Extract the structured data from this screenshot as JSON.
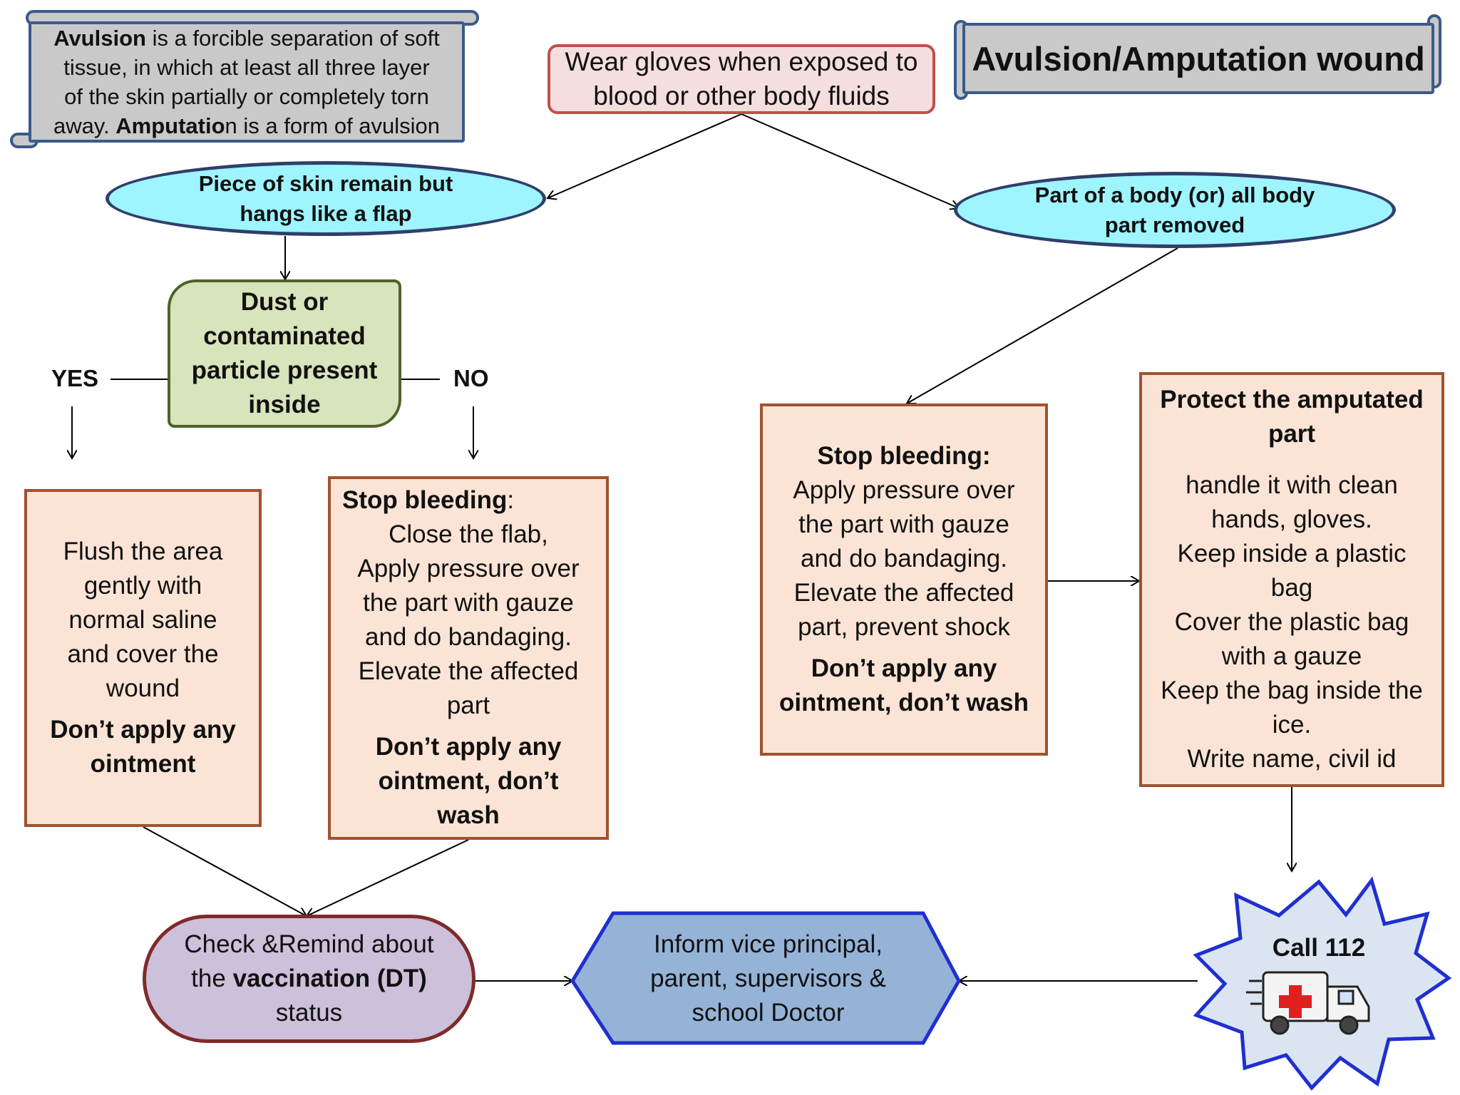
{
  "definition": {
    "avulsion_term": "Avulsion",
    "line1_rest": " is a forcible separation of soft",
    "line2": "tissue,  in which at least all three layer",
    "line3": "of the skin partially or completely torn",
    "line4_start": "away. ",
    "amputation_term": "Amputatio",
    "line4_end": "n is a form of avulsion"
  },
  "title": "Avulsion/Amputation wound",
  "gloves": {
    "line1": "Wear gloves when exposed to",
    "line2": "blood  or other body fluids"
  },
  "flap": {
    "line1": "Piece of skin remain but",
    "line2": "hangs like a flap"
  },
  "removed": {
    "line1": "Part of a body (or) all body",
    "line2": "part removed"
  },
  "decision": {
    "line1": "Dust or",
    "line2": "contaminated",
    "line3": "particle present",
    "line4": "inside"
  },
  "yes_label": "YES",
  "no_label": "NO",
  "flush": {
    "lines": [
      "Flush the area",
      "gently with",
      "normal saline",
      "and cover the",
      "wound"
    ],
    "warn1": "Don’t apply any",
    "warn2": "ointment"
  },
  "stop_flap": {
    "heading": "Stop bleeding",
    "colon": ":",
    "lines": [
      "Close the flab,",
      "Apply pressure over",
      "the part with gauze",
      "and do bandaging.",
      "Elevate the affected",
      "part"
    ],
    "warn1": "Don’t apply any",
    "warn2": "ointment, don’t",
    "warn3": "wash"
  },
  "stop_amp": {
    "heading": "Stop bleeding:",
    "lines": [
      "Apply pressure over",
      "the part with gauze",
      "and do bandaging.",
      "Elevate the affected",
      "part, prevent shock"
    ],
    "warn1": "Don’t apply any",
    "warn2": "ointment, don’t wash"
  },
  "protect": {
    "heading1": "Protect the amputated",
    "heading2": "part",
    "lines": [
      "handle it with clean",
      "hands, gloves.",
      "Keep inside a plastic",
      "bag",
      "Cover the plastic bag",
      "with a gauze",
      "Keep the bag inside the",
      "ice.",
      "Write name,  civil id"
    ]
  },
  "vaccination": {
    "line1": "Check &Remind about",
    "line2_start": "the ",
    "line2_bold": "vaccination (DT)",
    "line3": "status"
  },
  "inform": {
    "line1": "Inform vice principal,",
    "line2": "parent, supervisors &",
    "line3": "school Doctor"
  },
  "call": "Call 112",
  "colors": {
    "ellipse_fill": "#9ef5ff",
    "decision_fill": "#d7e4bc",
    "action_fill": "#fbe4d5",
    "action_border": "#a0522d",
    "vaccination_fill": "#ccc0da",
    "inform_fill": "#95b3d7",
    "call_fill": "#dbe5f1",
    "gloves_fill": "#f5dede"
  },
  "icons": {
    "ambulance": "ambulance-icon"
  }
}
